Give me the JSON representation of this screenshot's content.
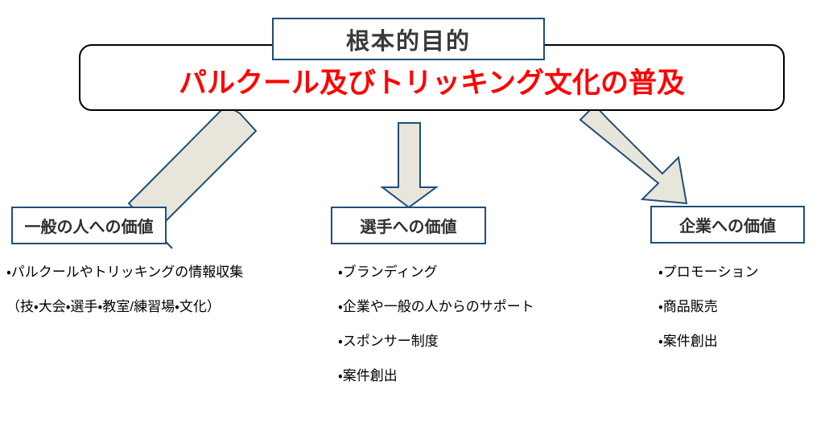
{
  "diagram": {
    "title_box": {
      "label": "根本的目的"
    },
    "purpose": {
      "headline": "パルクール及びトリッキング文化の普及",
      "headline_color": "#FF0000",
      "border_color": "#000000"
    },
    "arrows": [
      {
        "name": "arrow-to-general-public",
        "direction": "down-left",
        "fill": "#E8E5DB",
        "stroke": "#1F4E79"
      },
      {
        "name": "arrow-to-athletes",
        "direction": "down",
        "fill": "#E8E5DB",
        "stroke": "#1F4E79"
      },
      {
        "name": "arrow-to-companies",
        "direction": "down-right",
        "fill": "#E8E5DB",
        "stroke": "#1F4E79"
      }
    ],
    "columns": [
      {
        "key": "general-public",
        "box_label": "一般の人への価値",
        "items": [
          "・パルクールやトリッキングの情報収集",
          "（技・大会・選手・教室/練習場・文化）"
        ]
      },
      {
        "key": "athletes",
        "box_label": "選手への価値",
        "items": [
          "・ブランディング",
          "・企業や一般の人からのサポート",
          "・スポンサー制度",
          "・案件創出"
        ]
      },
      {
        "key": "companies",
        "box_label": "企業への価値",
        "items": [
          "・プロモーション",
          "・商品販売",
          "・案件創出"
        ]
      }
    ],
    "theme": {
      "box_border": "#1F4E79",
      "box_text": "#2F2F2F",
      "title_text": "#3A3A3A",
      "body_text": "#000000",
      "background": "#FFFFFF"
    }
  }
}
